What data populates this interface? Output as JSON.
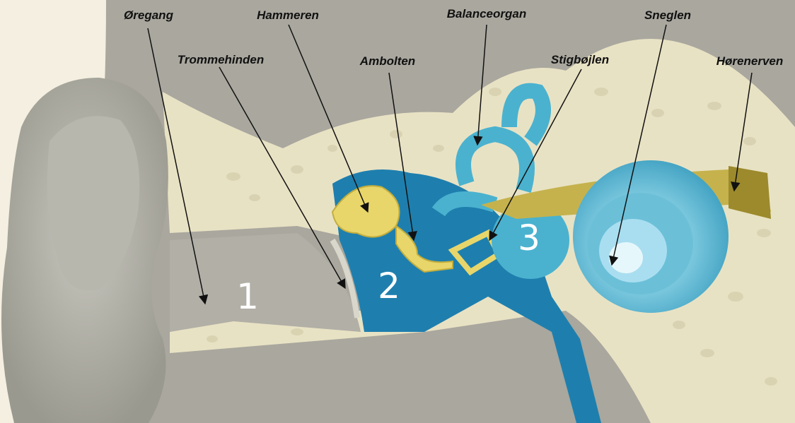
{
  "labels": {
    "oregang": "Øregang",
    "hammeren": "Hammeren",
    "balanceorgan": "Balanceorgan",
    "sneglen": "Sneglen",
    "trommehinden": "Trommehinden",
    "ambolten": "Ambolten",
    "stigbojlen": "Stigbøjlen",
    "horenerven": "Hørenerven"
  },
  "region_numbers": {
    "outer": "1",
    "middle": "2",
    "inner": "3"
  },
  "colors": {
    "background": "#f4efe0",
    "skin": "#a7a59b",
    "bone": "#e8e2c4",
    "middle_ear_blue": "#1e7fae",
    "inner_ear_blue": "#4ab2cf",
    "ossicle_yellow": "#e8d66a",
    "nerve": "#9c8a2c"
  }
}
